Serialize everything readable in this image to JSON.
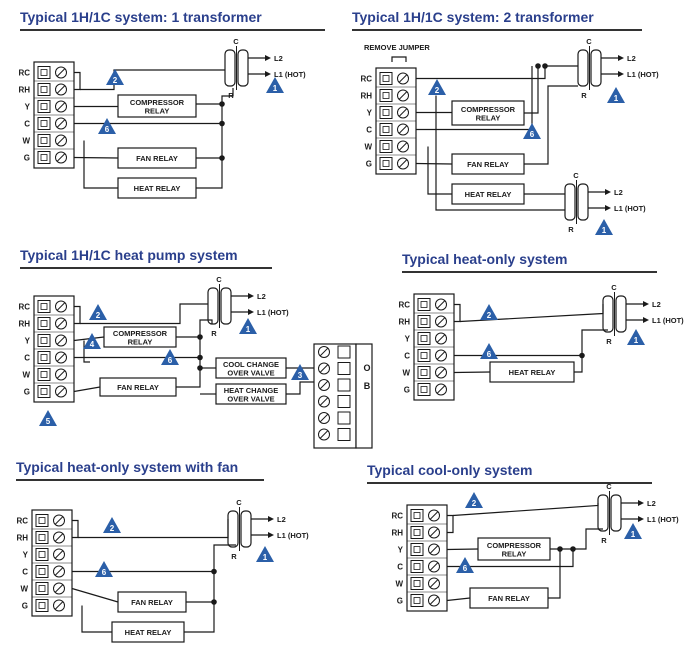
{
  "panels": [
    {
      "id": "p1",
      "title": "Typical 1H/1C system: 1 transformer",
      "terminals": [
        "RC",
        "RH",
        "Y",
        "C",
        "W",
        "G"
      ],
      "relays": [
        "COMPRESSOR\nRELAY",
        "FAN RELAY",
        "HEAT RELAY"
      ],
      "xfmr": {
        "c": "C",
        "r": "R",
        "l2": "L2",
        "l1": "L1 (HOT)"
      },
      "badges": [
        "2",
        "6",
        "1"
      ]
    },
    {
      "id": "p2",
      "title": "Typical 1H/1C system: 2 transformer",
      "jumper": "REMOVE JUMPER",
      "terminals": [
        "RC",
        "RH",
        "Y",
        "C",
        "W",
        "G"
      ],
      "relays": [
        "COMPRESSOR\nRELAY",
        "FAN RELAY",
        "HEAT RELAY"
      ],
      "xfmr": {
        "c": "C",
        "r": "R",
        "l2": "L2",
        "l1": "L1 (HOT)"
      },
      "badges": [
        "2",
        "6",
        "1",
        "1"
      ]
    },
    {
      "id": "p3",
      "title": "Typical 1H/1C heat pump system",
      "terminals": [
        "RC",
        "RH",
        "Y",
        "C",
        "W",
        "G"
      ],
      "relays": [
        "COMPRESSOR\nRELAY",
        "FAN RELAY",
        "COOL CHANGE\nOVER VALVE",
        "HEAT CHANGE\nOVER VALVE"
      ],
      "valve_labels": [
        "O",
        "B"
      ],
      "xfmr": {
        "c": "C",
        "r": "R",
        "l2": "L2",
        "l1": "L1 (HOT)"
      },
      "badges": [
        "2",
        "4",
        "6",
        "3",
        "1",
        "5"
      ]
    },
    {
      "id": "p4",
      "title": "Typical heat-only system",
      "terminals": [
        "RC",
        "RH",
        "Y",
        "C",
        "W",
        "G"
      ],
      "relays": [
        "HEAT RELAY"
      ],
      "xfmr": {
        "c": "C",
        "r": "R",
        "l2": "L2",
        "l1": "L1 (HOT)"
      },
      "badges": [
        "2",
        "6",
        "1"
      ]
    },
    {
      "id": "p5",
      "title": "Typical heat-only system with fan",
      "terminals": [
        "RC",
        "RH",
        "Y",
        "C",
        "W",
        "G"
      ],
      "relays": [
        "FAN RELAY",
        "HEAT RELAY"
      ],
      "xfmr": {
        "c": "C",
        "r": "R",
        "l2": "L2",
        "l1": "L1 (HOT)"
      },
      "badges": [
        "2",
        "6",
        "1"
      ]
    },
    {
      "id": "p6",
      "title": "Typical cool-only system",
      "terminals": [
        "RC",
        "RH",
        "Y",
        "C",
        "W",
        "G"
      ],
      "relays": [
        "COMPRESSOR\nRELAY",
        "FAN RELAY"
      ],
      "xfmr": {
        "c": "C",
        "r": "R",
        "l2": "L2",
        "l1": "L1 (HOT)"
      },
      "badges": [
        "2",
        "6",
        "1"
      ]
    }
  ],
  "colors": {
    "title": "#2a3f8c",
    "badge": "#2b5fa8",
    "line": "#1a1a1a"
  }
}
